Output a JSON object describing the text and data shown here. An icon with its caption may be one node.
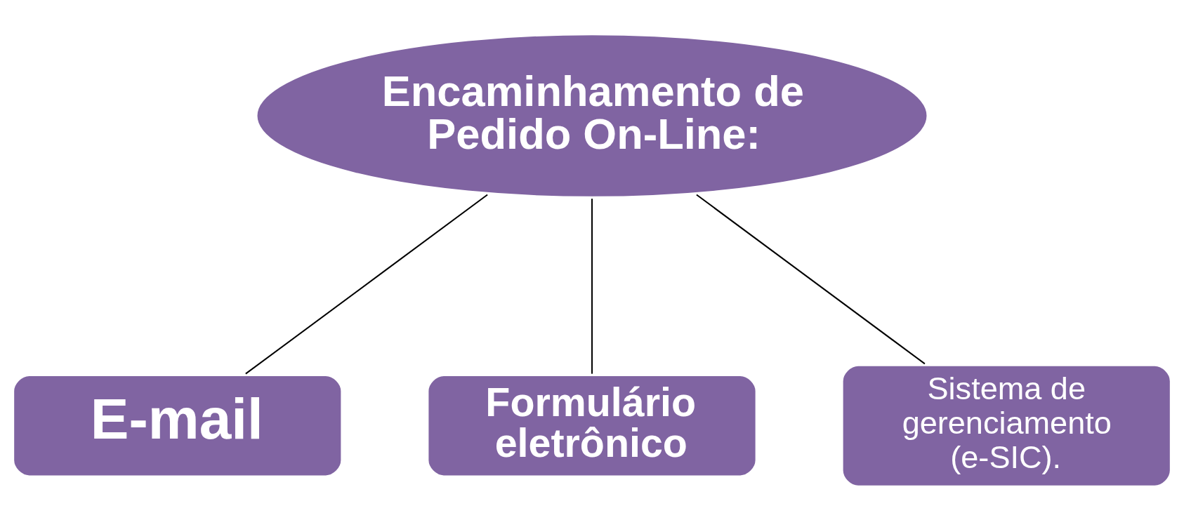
{
  "diagram": {
    "nodes": [
      {
        "text": [
          "Encaminhamento de Pedido On-Line:"
        ]
      },
      {
        "text": [
          "E-mail"
        ]
      },
      {
        "text": [
          "Formulário eletrônico"
        ]
      },
      {
        "text": [
          "Sistema de gerenciamento (e-SIC)."
        ]
      }
    ],
    "edges": [
      {
        "from": 0,
        "to": 1,
        "arrow": "none"
      },
      {
        "from": 0,
        "to": 2,
        "arrow": "none"
      },
      {
        "from": 0,
        "to": 3,
        "arrow": "none"
      }
    ]
  }
}
